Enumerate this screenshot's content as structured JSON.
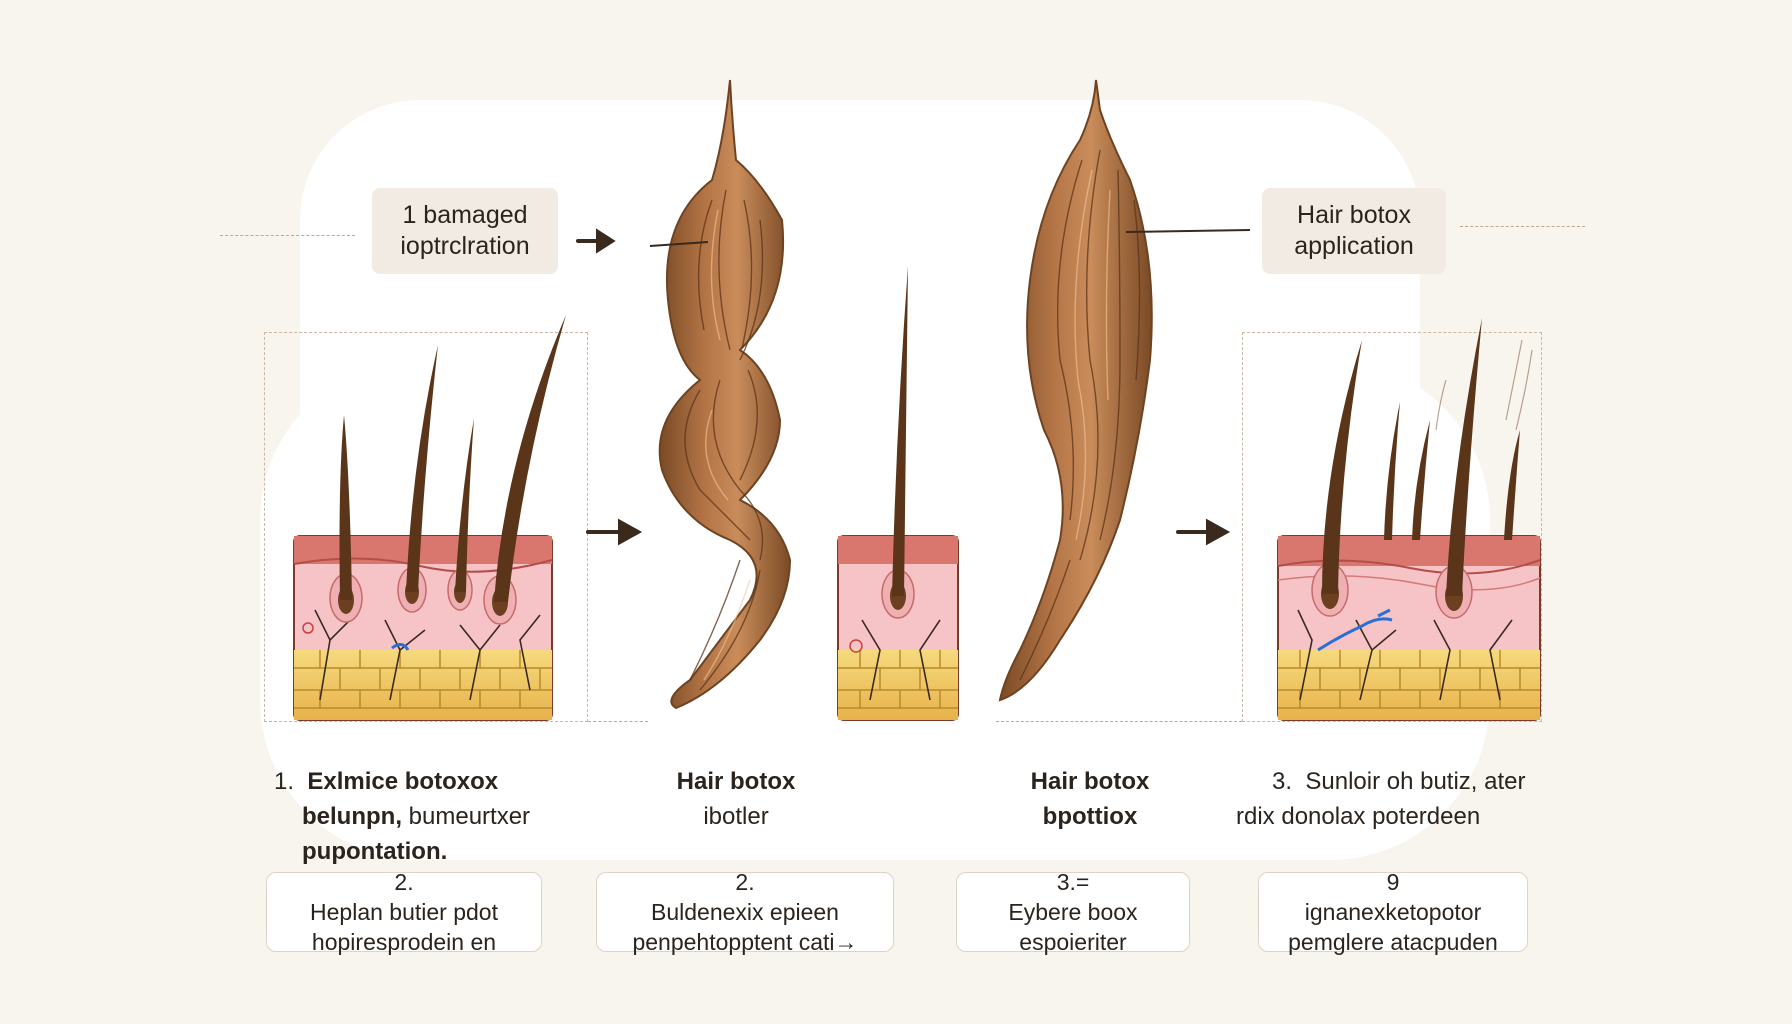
{
  "top_labels": {
    "left": {
      "line1": "1 bamaged",
      "line2": "ioptrclration"
    },
    "right": {
      "line1": "Hair botox",
      "line2": "application"
    }
  },
  "captions": {
    "col1": {
      "number": "1.",
      "line1": "Exlmice botoxox",
      "line2a": "belunpn,",
      "line2b": "bumeurtxer",
      "line3": "pupontation."
    },
    "col2": {
      "line1": "Hair botox",
      "line2": "ibotler"
    },
    "col3": {
      "line1": "Hair botox",
      "line2": "bpottiox"
    },
    "col4": {
      "number": "3.",
      "line1": "Sunloir oh butiz, ater",
      "line2": "rdix donolax poterdeen"
    }
  },
  "notes": [
    {
      "number": "2.",
      "line1": "Heplan butier pdot",
      "line2": "hopirespro­dein en"
    },
    {
      "number": "2.",
      "line1": "Buldenexix epieen",
      "line2": "penpehtopptent cati→"
    },
    {
      "number": "3.=",
      "line1": "Eybere boox",
      "line2": "espoieriter"
    },
    {
      "number": "9",
      "line1": "ignanexketopotor",
      "line2": "pemglere atacpuden"
    }
  ],
  "colors": {
    "background": "#f8f4ee",
    "hair": "#a8693c",
    "hair_dark": "#6e4322",
    "skin_top": "#e58a86",
    "skin": "#f6c3c7",
    "fat": "#f2cf68",
    "arrow": "#3a2a1e"
  }
}
